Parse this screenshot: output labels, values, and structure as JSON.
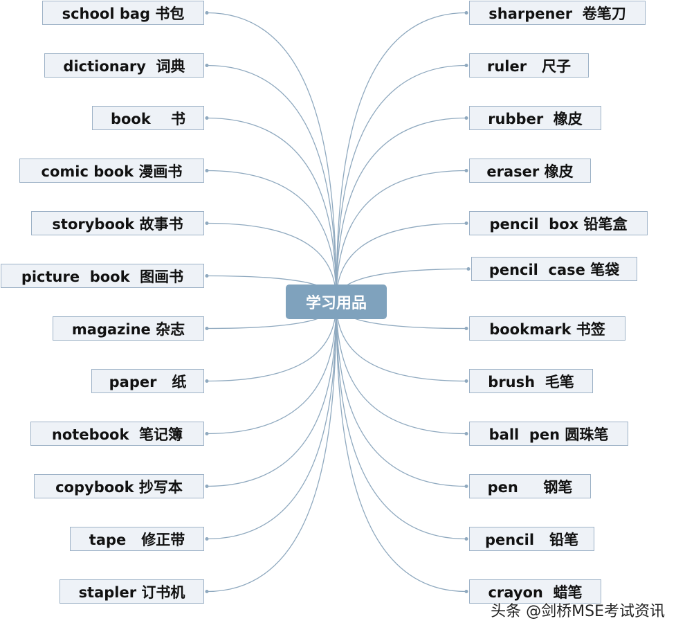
{
  "center": {
    "label": "学习用品"
  },
  "left_nodes": [
    {
      "label": "school bag 书包"
    },
    {
      "label": "dictionary  词典"
    },
    {
      "label": "book    书"
    },
    {
      "label": "comic book 漫画书"
    },
    {
      "label": "storybook 故事书"
    },
    {
      "label": "picture  book  图画书"
    },
    {
      "label": "magazine 杂志"
    },
    {
      "label": "paper   纸"
    },
    {
      "label": "notebook  笔记簿"
    },
    {
      "label": "copybook 抄写本"
    },
    {
      "label": "tape   修正带"
    },
    {
      "label": "stapler 订书机"
    }
  ],
  "right_nodes": [
    {
      "label": "sharpener  卷笔刀"
    },
    {
      "label": "ruler   尺子"
    },
    {
      "label": "rubber  橡皮"
    },
    {
      "label": "eraser 橡皮"
    },
    {
      "label": "pencil  box 铅笔盒"
    },
    {
      "label": "pencil  case 笔袋"
    },
    {
      "label": "bookmark 书签"
    },
    {
      "label": "brush  毛笔"
    },
    {
      "label": "ball  pen 圆珠笔"
    },
    {
      "label": "pen     钢笔"
    },
    {
      "label": "pencil   铅笔"
    },
    {
      "label": "crayon  蜡笔"
    }
  ],
  "watermark": {
    "text": "头条 @剑桥MSE考试资讯"
  },
  "colors": {
    "link": "#8fa9bf",
    "node_fill": "#eef2f7",
    "node_border": "#9cb1c6",
    "center_fill": "#7fa2bd"
  }
}
